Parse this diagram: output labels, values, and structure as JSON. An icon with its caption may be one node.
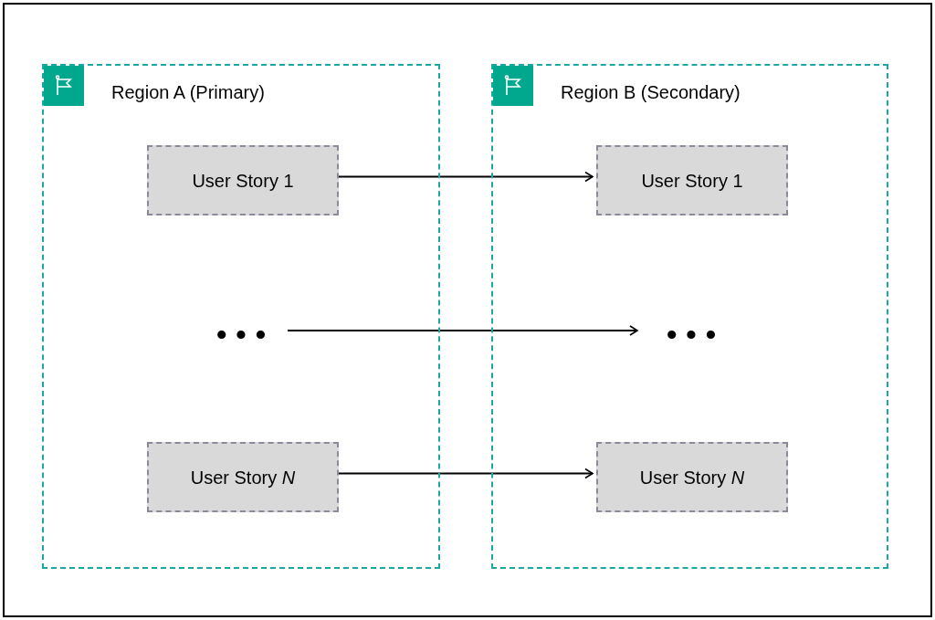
{
  "diagram": {
    "nodes": [
      {
        "text": [],
        "shape": "box"
      },
      {
        "text": [
          "Region A (Primary)"
        ],
        "in": 0
      },
      {
        "text": [
          "User Story 1"
        ],
        "in": 1
      },
      {
        "text": [
          "• • •"
        ],
        "in": 1
      },
      {
        "text": [
          "User Story *N*"
        ],
        "in": 1
      },
      {
        "text": [
          "Region B (Secondary)"
        ],
        "in": 0
      },
      {
        "text": [
          "User Story 1"
        ],
        "in": 5
      },
      {
        "text": [
          "• • •"
        ],
        "in": 5
      },
      {
        "text": [
          "User Story *N*"
        ],
        "in": 5
      }
    ],
    "edges": [
      {
        "from": 2,
        "to": 6,
        "arrow": "to"
      },
      {
        "from": 3,
        "to": 7,
        "arrow": "to"
      },
      {
        "from": 4,
        "to": 8,
        "arrow": "to"
      }
    ]
  }
}
